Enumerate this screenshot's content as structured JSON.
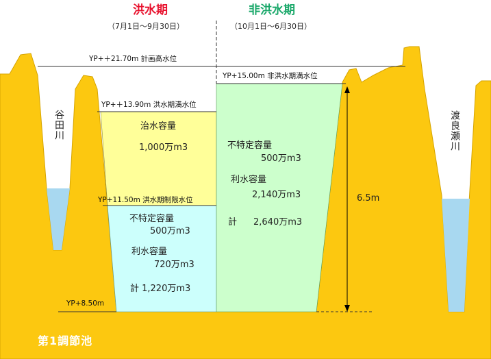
{
  "header": {
    "flood_period": {
      "title": "洪水期",
      "dates": "（7月1日～9月30日）"
    },
    "non_flood_period": {
      "title": "非洪水期",
      "dates": "（10月1日～6月30日）"
    }
  },
  "levels": {
    "plan_high": "YP+＋21.70m  計画高水位",
    "non_flood_full": "YP+15.00m  非洪水期満水位",
    "flood_full": "YP+＋13.90m  洪水期満水位",
    "flood_limit": "YP+11.50m  洪水期制限水位",
    "bottom": "YP+8.50m"
  },
  "flood_capacity": {
    "label": "治水容量",
    "value": "1,000万m3"
  },
  "flood_season": {
    "unspecified_label": "不特定容量",
    "unspecified_value": "500万m3",
    "water_use_label": "利水容量",
    "water_use_value": "720万m3",
    "total": "計  1,220万m3"
  },
  "non_flood_season": {
    "unspecified_label": "不特定容量",
    "unspecified_value": "500万m3",
    "water_use_label": "利水容量",
    "water_use_value": "2,140万m3",
    "total_label": "計",
    "total_value": "2,640万m3"
  },
  "depth": "6.5m",
  "rivers": {
    "left": "谷田川",
    "right": "渡良瀬川"
  },
  "pool_name": "第1調節池",
  "colors": {
    "ground": "#fcc810",
    "flood_capacity": "#ffff99",
    "flood_storage": "#ccfffc",
    "non_flood_storage": "#ccffcc",
    "river_water": "#a8d8f0"
  }
}
